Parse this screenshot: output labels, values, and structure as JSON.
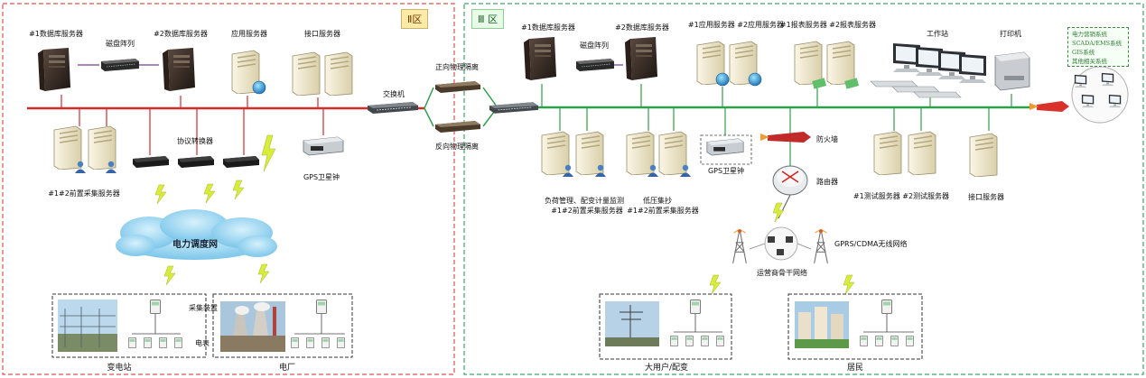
{
  "zones": {
    "zone2": "Ⅱ区",
    "zone3": "Ⅲ 区"
  },
  "zone2": {
    "db1": "#1数据库服务器",
    "disk_array": "磁盘阵列",
    "db2": "#2数据库服务器",
    "app_server": "应用服务器",
    "interface_server": "接口服务器",
    "switch": "交换机",
    "forward_isolation": "正向物理隔离",
    "reverse_isolation": "反向物理隔离",
    "protocol_converter": "协议转换器",
    "front_servers": "#1#2前置采集服务器",
    "gps_clock": "GPS卫星钟",
    "grid_network": "电力调度网",
    "collector": "采集装置",
    "meter": "电表",
    "substation": "变电站",
    "power_plant": "电厂"
  },
  "zone3": {
    "db1": "#1数据库服务器",
    "disk_array": "磁盘阵列",
    "db2": "#2数据库服务器",
    "app_servers": "#1应用服务器 #2应用服务器",
    "report_servers": "#1报表服务器 #2报表服务器",
    "workstation": "工作站",
    "printer": "打印机",
    "external_systems": [
      "电力营销系统",
      "SCADA/EMS系统",
      "GIS系统",
      "其他相关系统"
    ],
    "load_mgmt": "负荷管理、配变计量监测",
    "load_front": "#1#2前置采集服务器",
    "low_voltage": "低压集抄",
    "lv_front": "#1#2前置采集服务器",
    "gps_clock": "GPS卫星钟",
    "firewall": "防火墙",
    "router": "路由器",
    "test_servers": "#1测试服务器 #2测试服务器",
    "interface_server": "接口服务器",
    "wireless_network": "GPRS/CDMA无线网络",
    "carrier_backbone": "运营商骨干网络",
    "large_user": "大用户/配变",
    "residents": "居民"
  },
  "colors": {
    "zone2_border": "#e05050",
    "zone3_border": "#3aa66a",
    "zone2_bus": "#d52b2b",
    "zone3_bus": "#2fa04a",
    "cloud": "#8fd3f0",
    "lightning": "#d8ec3c"
  }
}
